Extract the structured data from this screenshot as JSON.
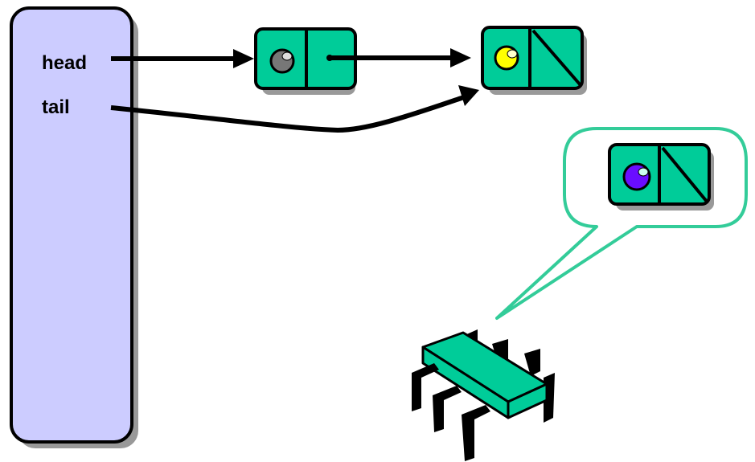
{
  "queue": {
    "head_label": "head",
    "tail_label": "tail"
  },
  "nodes": [
    {
      "id": "node-1",
      "ball_color": "#777777",
      "next": "pointer"
    },
    {
      "id": "node-2",
      "ball_color": "#ffff00",
      "next": "null"
    },
    {
      "id": "new-node",
      "ball_color": "#6a0dff",
      "next": "null"
    }
  ],
  "colors": {
    "queue_fill": "#ccccff",
    "node_fill": "#00cc99",
    "bubble_border": "#33cc99",
    "shadow": "#999999",
    "outline": "#000000"
  },
  "icons": {
    "thread": "chip-icon",
    "thought": "speech-bubble-icon"
  }
}
